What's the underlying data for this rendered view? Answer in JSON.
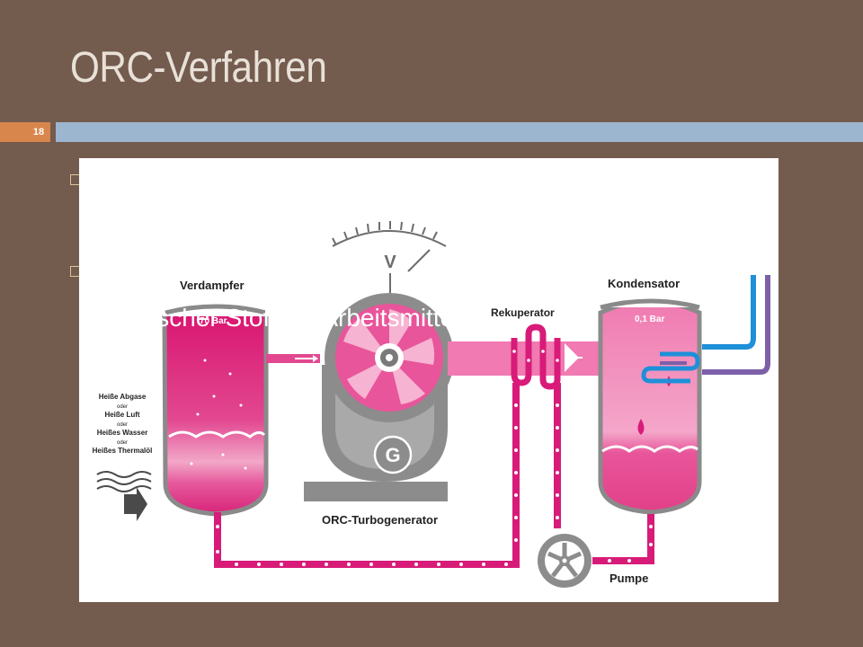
{
  "slide": {
    "title": "ORC-Verfahren",
    "page_number": "18"
  },
  "overlay": {
    "text": "ischer Stoff als Arbeitsmittel"
  },
  "diagram": {
    "verdampfer": "Verdampfer",
    "verdampfer_pressure": "70 Bar",
    "kondensator": "Kondensator",
    "kondensator_pressure": "0,1 Bar",
    "rekuperator": "Rekuperator",
    "turbogenerator": "ORC-Turbogenerator",
    "pumpe": "Pumpe",
    "generator_symbol": "G",
    "meter_symbol": "V",
    "heat_sources": {
      "a": "Heiße Abgase",
      "or1": "oder",
      "b": "Heiße Luft",
      "or2": "oder",
      "c": "Heißes Wasser",
      "or3": "oder",
      "d": "Heißes Thermalöl"
    }
  },
  "colors": {
    "background": "#735b4e",
    "accent_bar": "#9cb6d0",
    "number_box": "#d9864d",
    "magenta": "#d81b79",
    "pink_light": "#f07ab1",
    "gray": "#8c8c8c",
    "blue_pipe": "#1e90d8",
    "purple_pipe": "#7d5fa8"
  }
}
